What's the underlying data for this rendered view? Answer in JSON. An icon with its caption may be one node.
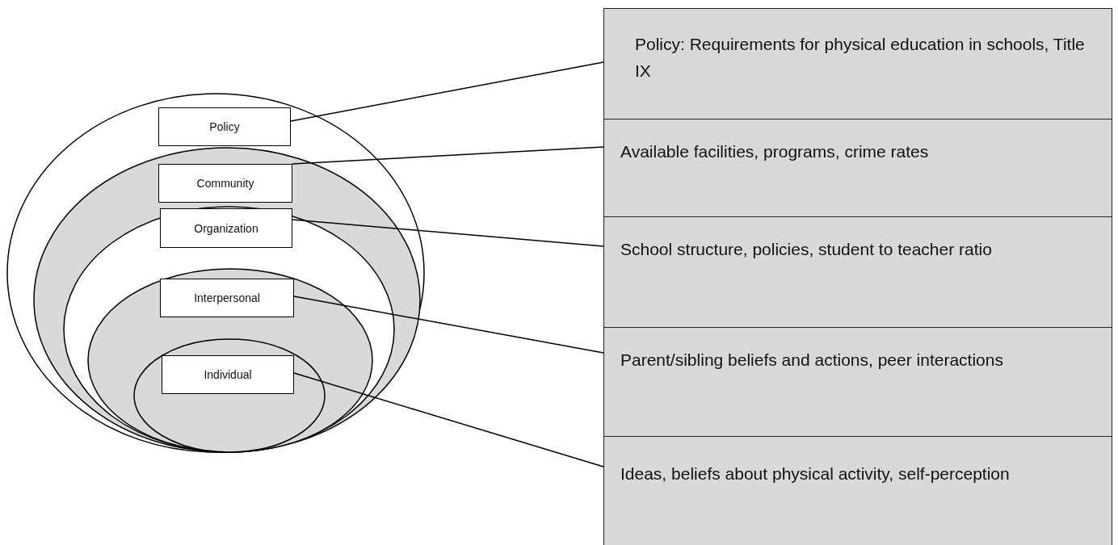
{
  "diagram": {
    "nodes": [
      {
        "text": [
          "Policy"
        ]
      },
      {
        "text": [
          "Community"
        ]
      },
      {
        "text": [
          "Organization"
        ]
      },
      {
        "text": [
          "Interpersonal"
        ]
      },
      {
        "text": [
          "Individual"
        ]
      },
      {
        "text": [
          "Policy: Requirements for physical education in schools, Title IX"
        ]
      },
      {
        "text": [
          "Available facilities, programs, crime rates"
        ]
      },
      {
        "text": [
          "School structure, policies, student to teacher ratio"
        ]
      },
      {
        "text": [
          "Parent/sibling beliefs and actions, peer interactions"
        ]
      },
      {
        "text": [
          "Ideas, beliefs about physical activity, self-perception"
        ]
      }
    ],
    "edges": [
      {
        "from": 0,
        "to": 5,
        "arrow": "none"
      },
      {
        "from": 1,
        "to": 6,
        "arrow": "none"
      },
      {
        "from": 2,
        "to": 7,
        "arrow": "none"
      },
      {
        "from": 3,
        "to": 8,
        "arrow": "none"
      },
      {
        "from": 4,
        "to": 9,
        "arrow": "none"
      }
    ]
  }
}
